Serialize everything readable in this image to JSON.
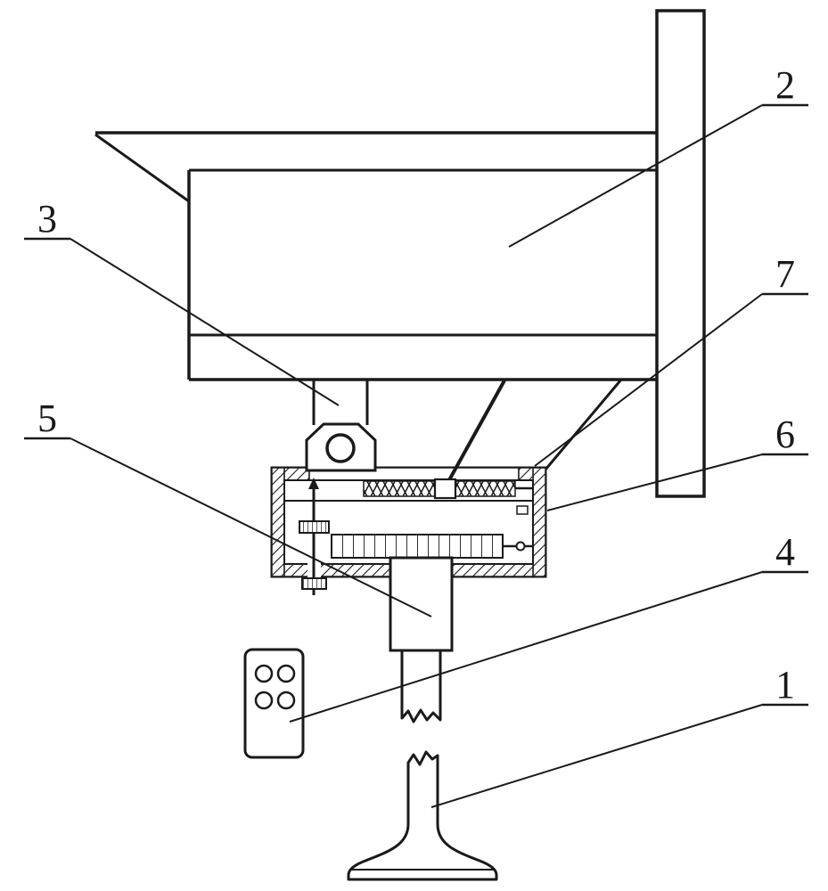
{
  "figure": {
    "colors": {
      "background": "#ffffff",
      "line": "#1a1a1a"
    },
    "labels": {
      "ref1": "1",
      "ref2": "2",
      "ref3": "3",
      "ref4": "4",
      "ref5": "5",
      "ref6": "6",
      "ref7": "7"
    }
  }
}
